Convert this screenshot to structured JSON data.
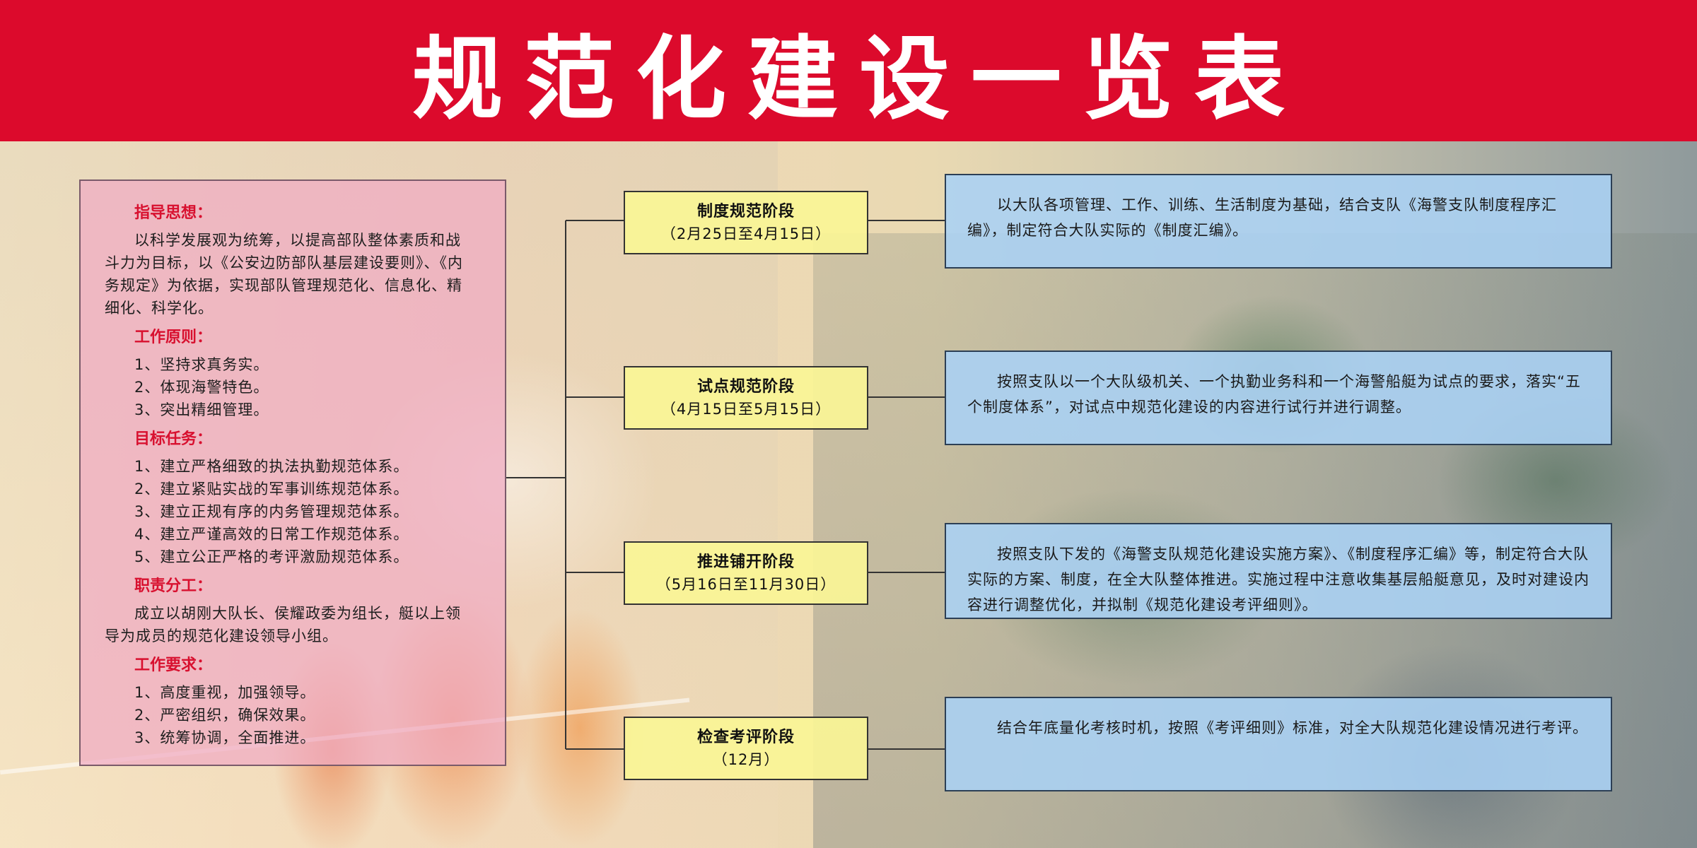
{
  "header": {
    "title": "规范化建设一览表"
  },
  "info_panel": {
    "sections": [
      {
        "heading": "指导思想：",
        "paragraph": "以科学发展观为统筹，以提高部队整体素质和战斗力为目标，以《公安边防部队基层建设要则》、《内务规定》为依据，实现部队管理规范化、信息化、精细化、科学化。"
      },
      {
        "heading": "工作原则：",
        "items": [
          "1、坚持求真务实。",
          "2、体现海警特色。",
          "3、突出精细管理。"
        ]
      },
      {
        "heading": "目标任务：",
        "items": [
          "1、建立严格细致的执法执勤规范体系。",
          "2、建立紧贴实战的军事训练规范体系。",
          "3、建立正规有序的内务管理规范体系。",
          "4、建立严谨高效的日常工作规范体系。",
          "5、建立公正严格的考评激励规范体系。"
        ]
      },
      {
        "heading": "职责分工：",
        "paragraph": "成立以胡刚大队长、侯耀政委为组长，艇以上领导为成员的规范化建设领导小组。"
      },
      {
        "heading": "工作要求：",
        "items": [
          "1、高度重视，加强领导。",
          "2、严密组织，确保效果。",
          "3、统筹协调，全面推进。"
        ]
      }
    ]
  },
  "stages": [
    {
      "name": "制度规范阶段",
      "date": "（2月25日至4月15日）",
      "description": "以大队各项管理、工作、训练、生活制度为基础，结合支队《海警支队制度程序汇编》，制定符合大队实际的《制度汇编》。"
    },
    {
      "name": "试点规范阶段",
      "date": "（4月15日至5月15日）",
      "description": "按照支队以一个大队级机关、一个执勤业务科和一个海警船艇为试点的要求，落实“五个制度体系”，对试点中规范化建设的内容进行试行并进行调整。"
    },
    {
      "name": "推进铺开阶段",
      "date": "（5月16日至11月30日）",
      "description": "按照支队下发的《海警支队规范化建设实施方案》、《制度程序汇编》等，制定符合大队实际的方案、制度，在全大队整体推进。实施过程中注意收集基层船艇意见，及时对建设内容进行调整优化，并拟制《规范化建设考评细则》。"
    },
    {
      "name": "检查考评阶段",
      "date": "（12月）",
      "description": "结合年底量化考核时机，按照《考评细则》标准，对全大队规范化建设情况进行考评。"
    }
  ],
  "colors": {
    "header_red": "#dc0a2c",
    "heading_red": "#d8102f",
    "stage_yellow": "#faf596",
    "desc_blue": "#aad2f5",
    "panel_pink": "#f0aac3"
  }
}
